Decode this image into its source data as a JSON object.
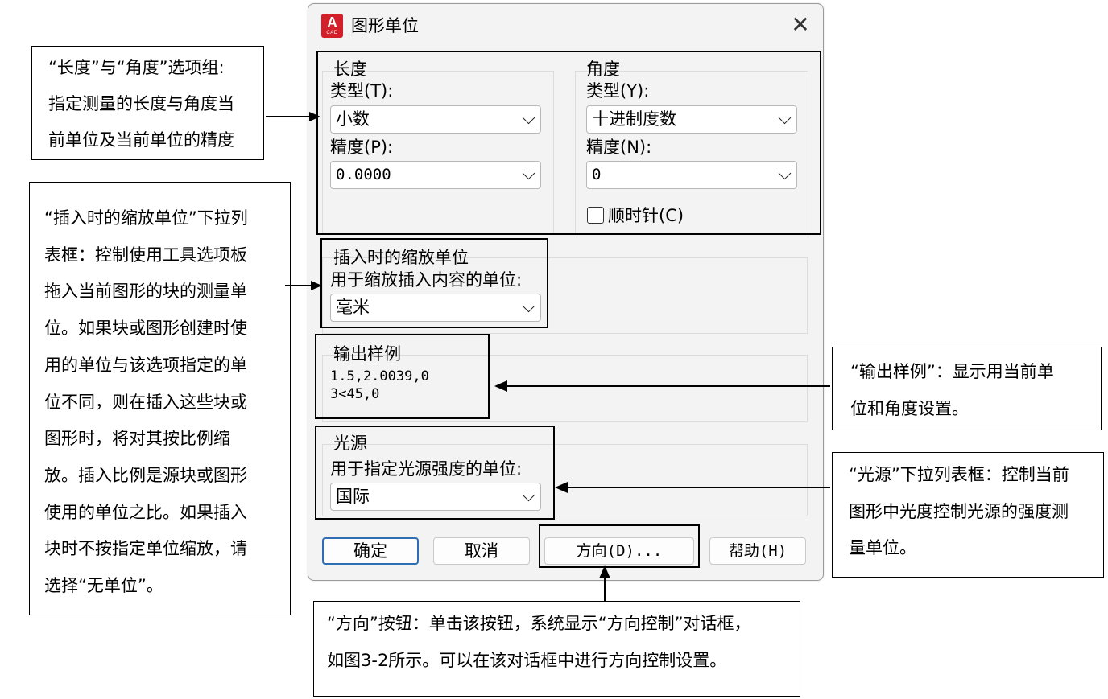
{
  "dialog": {
    "title": "图形单位",
    "app_icon_text": "A",
    "app_icon_sub": "CAD",
    "close_glyph": "✕"
  },
  "length": {
    "group_title": "长度",
    "type_label": "类型(T):",
    "type_value": "小数",
    "precision_label": "精度(P):",
    "precision_value": "0.0000"
  },
  "angle": {
    "group_title": "角度",
    "type_label": "类型(Y):",
    "type_value": "十进制度数",
    "precision_label": "精度(N):",
    "precision_value": "0",
    "clockwise_label": "顺时针(C)",
    "clockwise_checked": false
  },
  "insert_scale": {
    "group_title": "插入时的缩放单位",
    "label": "用于缩放插入内容的单位:",
    "value": "毫米"
  },
  "sample_output": {
    "group_title": "输出样例",
    "line1": "1.5,2.0039,0",
    "line2": "3<45,0"
  },
  "lighting": {
    "group_title": "光源",
    "label": "用于指定光源强度的单位:",
    "value": "国际"
  },
  "buttons": {
    "ok": "确定",
    "cancel": "取消",
    "direction": "方向(D)...",
    "help": "帮助(H)"
  },
  "callouts": {
    "length_angle": [
      "“长度”与“角度”选项组:",
      "指定测量的长度与角度当",
      "前单位及当前单位的精度"
    ],
    "insert_scale": [
      "“插入时的缩放单位”下拉列",
      "表框：控制使用工具选项板",
      "拖入当前图形的块的测量单",
      "位。如果块或图形创建时使",
      "用的单位与该选项指定的单",
      "位不同，则在插入这些块或",
      "图形时，将对其按比例缩",
      "放。插入比例是源块或图形",
      "使用的单位之比。如果插入",
      "块时不按指定单位缩放，请",
      "选择“无单位”。"
    ],
    "sample_output": [
      "“输出样例”：显示用当前单",
      "位和角度设置。"
    ],
    "lighting": [
      "“光源”下拉列表框：控制当前",
      "图形中光度控制光源的强度测",
      "量单位。"
    ],
    "direction": [
      "“方向”按钮：单击该按钮，系统显示“方向控制”对话框，",
      "如图3-2所示。可以在该对话框中进行方向控制设置。"
    ]
  }
}
